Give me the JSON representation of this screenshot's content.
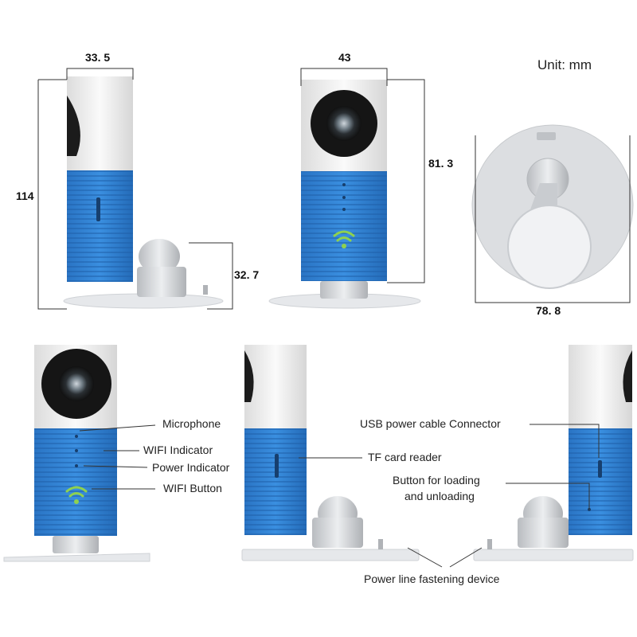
{
  "unit_label": "Unit: mm",
  "dimensions": {
    "side_width": "33. 5",
    "side_height": "114",
    "base_height": "32. 7",
    "front_width": "43",
    "front_height": "81. 3",
    "base_diameter": "78. 8"
  },
  "callouts": {
    "microphone": "Microphone",
    "wifi_indicator": "WIFI Indicator",
    "power_indicator": "Power Indicator",
    "wifi_button": "WIFI Button",
    "tf_card_reader": "TF card reader",
    "usb_connector": "USB power cable Connector",
    "load_button_line1": "Button for loading",
    "load_button_line2": "and unloading",
    "power_line_device": "Power line fastening device"
  },
  "colors": {
    "body_blue": "#2f84d6",
    "body_white": "#f2f2f2",
    "lens_black": "#1a1a1a",
    "wifi_green": "#8fd14f",
    "base_gray": "#e3e5e8"
  }
}
